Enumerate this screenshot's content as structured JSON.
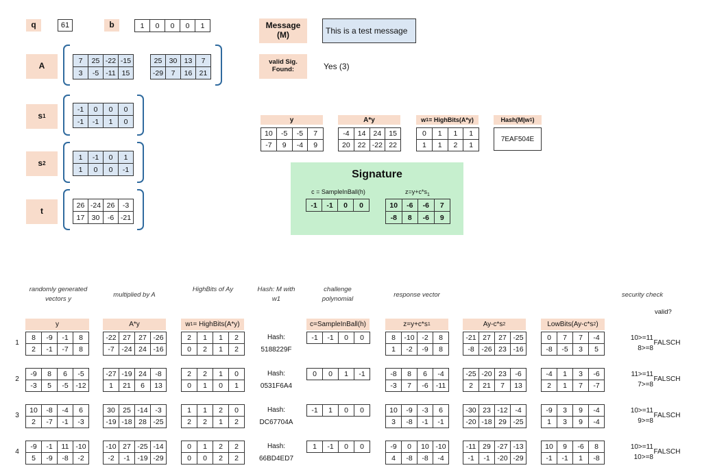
{
  "params": {
    "q_label": "q",
    "q_value": "61",
    "b_label": "b",
    "b_values": [
      "1",
      "0",
      "0",
      "0",
      "1"
    ]
  },
  "message": {
    "label": "Message (M)",
    "value": "This is a test message"
  },
  "valid_sig": {
    "label": "valid Sig. Found:",
    "value": "Yes (3)"
  },
  "A": {
    "label": "A",
    "left": [
      [
        "7",
        "25",
        "-22",
        "-15"
      ],
      [
        "3",
        "-5",
        "-11",
        "15"
      ]
    ],
    "right": [
      [
        "25",
        "30",
        "13",
        "7"
      ],
      [
        "-29",
        "7",
        "16",
        "21"
      ]
    ]
  },
  "s1": {
    "label": "s",
    "sub": "1",
    "rows": [
      [
        "-1",
        "0",
        "0",
        "0"
      ],
      [
        "-1",
        "-1",
        "1",
        "0"
      ]
    ]
  },
  "s2": {
    "label": "s",
    "sub": "2",
    "rows": [
      [
        "1",
        "-1",
        "0",
        "1"
      ],
      [
        "1",
        "0",
        "0",
        "-1"
      ]
    ]
  },
  "t": {
    "label": "t",
    "rows": [
      [
        "26",
        "-24",
        "26",
        "-3"
      ],
      [
        "17",
        "30",
        "-6",
        "-21"
      ]
    ]
  },
  "top": {
    "y": {
      "title": "y",
      "rows": [
        [
          "10",
          "-5",
          "-5",
          "7"
        ],
        [
          "-7",
          "9",
          "-4",
          "9"
        ]
      ]
    },
    "Ay": {
      "title": "A*y",
      "rows": [
        [
          "-4",
          "14",
          "24",
          "15"
        ],
        [
          "20",
          "22",
          "-22",
          "22"
        ]
      ]
    },
    "w1": {
      "title_a": "w",
      "title_sub": "1",
      "title_b": "= HighBits(A*y)",
      "rows": [
        [
          "0",
          "1",
          "1",
          "1"
        ],
        [
          "1",
          "1",
          "2",
          "1"
        ]
      ]
    },
    "hash": {
      "title_a": "Hash(M|w",
      "title_sub": "1",
      "title_b": ")",
      "value": "7EAF504E"
    }
  },
  "signature": {
    "title": "Signature",
    "c_label": "c = SampleInBall(h)",
    "c_values": [
      "-1",
      "-1",
      "0",
      "0"
    ],
    "z_label_a": "z=y+c*s",
    "z_label_sub": "1",
    "z_rows": [
      [
        "10",
        "-6",
        "-6",
        "7"
      ],
      [
        "-8",
        "8",
        "-6",
        "9"
      ]
    ]
  },
  "columns": {
    "random": "randomly generated vectors y",
    "mult": "multiplied by A",
    "high": "HighBits of Ay",
    "hash": "Hash: M with w1",
    "challenge": "challenge polynomial",
    "response": "response vector",
    "security": "security check",
    "valid": "valid?"
  },
  "headers": {
    "y": "y",
    "Ay": "A*y",
    "w1_a": "w",
    "w1_sub": "1",
    "w1_b": "= HighBits(A*y)",
    "c": "c=SampleInBall(h)",
    "z_a": "z=y+c*s",
    "z_sub": "1",
    "ay_a": "Ay-c*s",
    "ay_sub": "2",
    "low_a": "LowBits(Ay-c*s",
    "low_sub": "2",
    "low_b": ")"
  },
  "trials": [
    {
      "n": "1",
      "y": [
        [
          "8",
          "-9",
          "-1",
          "8"
        ],
        [
          "2",
          "-1",
          "-7",
          "8"
        ]
      ],
      "Ay": [
        [
          "-22",
          "27",
          "27",
          "-26"
        ],
        [
          "-7",
          "-24",
          "24",
          "-16"
        ]
      ],
      "w1": [
        [
          "2",
          "1",
          "1",
          "2"
        ],
        [
          "0",
          "2",
          "1",
          "2"
        ]
      ],
      "hash_label": "Hash:",
      "hash": "5188229F",
      "c": [
        "-1",
        "-1",
        "0",
        "0"
      ],
      "z": [
        [
          "8",
          "-10",
          "-2",
          "8"
        ],
        [
          "1",
          "-2",
          "-9",
          "8"
        ]
      ],
      "aycs": [
        [
          "-21",
          "27",
          "27",
          "-25"
        ],
        [
          "-8",
          "-26",
          "23",
          "-16"
        ]
      ],
      "low": [
        [
          "0",
          "7",
          "7",
          "-4"
        ],
        [
          "-8",
          "-5",
          "3",
          "5"
        ]
      ],
      "check1": "10>=11",
      "check2": "8>=8",
      "valid": "FALSCH"
    },
    {
      "n": "2",
      "y": [
        [
          "-9",
          "8",
          "6",
          "-5"
        ],
        [
          "-3",
          "5",
          "-5",
          "-12"
        ]
      ],
      "Ay": [
        [
          "-27",
          "-19",
          "24",
          "-8"
        ],
        [
          "1",
          "21",
          "6",
          "13"
        ]
      ],
      "w1": [
        [
          "2",
          "2",
          "1",
          "0"
        ],
        [
          "0",
          "1",
          "0",
          "1"
        ]
      ],
      "hash_label": "Hash:",
      "hash": "0531F6A4",
      "c": [
        "0",
        "0",
        "1",
        "-1"
      ],
      "z": [
        [
          "-8",
          "8",
          "6",
          "-4"
        ],
        [
          "-3",
          "7",
          "-6",
          "-11"
        ]
      ],
      "aycs": [
        [
          "-25",
          "-20",
          "23",
          "-6"
        ],
        [
          "2",
          "21",
          "7",
          "13"
        ]
      ],
      "low": [
        [
          "-4",
          "1",
          "3",
          "-6"
        ],
        [
          "2",
          "1",
          "7",
          "-7"
        ]
      ],
      "check1": "11>=11",
      "check2": "7>=8",
      "valid": "FALSCH"
    },
    {
      "n": "3",
      "y": [
        [
          "10",
          "-8",
          "-4",
          "6"
        ],
        [
          "2",
          "-7",
          "-1",
          "-3"
        ]
      ],
      "Ay": [
        [
          "30",
          "25",
          "-14",
          "-3"
        ],
        [
          "-19",
          "-18",
          "28",
          "-25"
        ]
      ],
      "w1": [
        [
          "1",
          "1",
          "2",
          "0"
        ],
        [
          "2",
          "2",
          "1",
          "2"
        ]
      ],
      "hash_label": "Hash:",
      "hash": "DC67704A",
      "c": [
        "-1",
        "1",
        "0",
        "0"
      ],
      "z": [
        [
          "10",
          "-9",
          "-3",
          "6"
        ],
        [
          "3",
          "-8",
          "-1",
          "-1"
        ]
      ],
      "aycs": [
        [
          "-30",
          "23",
          "-12",
          "-4"
        ],
        [
          "-20",
          "-18",
          "29",
          "-25"
        ]
      ],
      "low": [
        [
          "-9",
          "3",
          "9",
          "-4"
        ],
        [
          "1",
          "3",
          "9",
          "-4"
        ]
      ],
      "check1": "10>=11",
      "check2": "9>=8",
      "valid": "FALSCH"
    },
    {
      "n": "4",
      "y": [
        [
          "-9",
          "-1",
          "11",
          "-10"
        ],
        [
          "5",
          "-9",
          "-8",
          "-2"
        ]
      ],
      "Ay": [
        [
          "-10",
          "27",
          "-25",
          "-14"
        ],
        [
          "-2",
          "-1",
          "-19",
          "-29"
        ]
      ],
      "w1": [
        [
          "0",
          "1",
          "2",
          "2"
        ],
        [
          "0",
          "0",
          "2",
          "2"
        ]
      ],
      "hash_label": "Hash:",
      "hash": "66BD4ED7",
      "c": [
        "1",
        "-1",
        "0",
        "0"
      ],
      "z": [
        [
          "-9",
          "0",
          "10",
          "-10"
        ],
        [
          "4",
          "-8",
          "-8",
          "-4"
        ]
      ],
      "aycs": [
        [
          "-11",
          "29",
          "-27",
          "-13"
        ],
        [
          "-1",
          "-1",
          "-20",
          "-29"
        ]
      ],
      "low": [
        [
          "10",
          "9",
          "-6",
          "8"
        ],
        [
          "-1",
          "-1",
          "1",
          "-8"
        ]
      ],
      "check1": "10>=11",
      "check2": "10>=8",
      "valid": "FALSCH"
    }
  ]
}
